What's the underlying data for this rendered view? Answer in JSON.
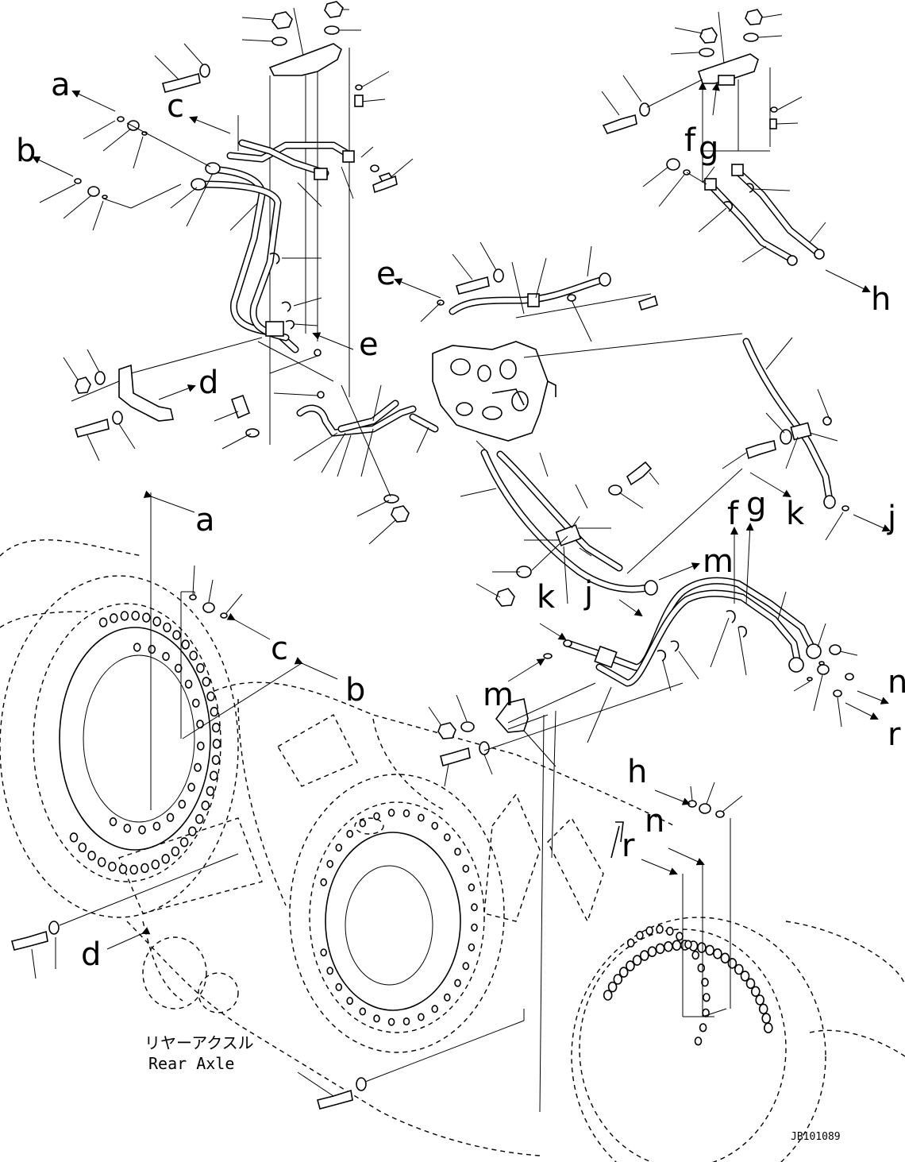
{
  "arrow_labels": {
    "a_top": "a",
    "a_axle": "a",
    "b_top": "b",
    "b_axle": "b",
    "c_top": "c",
    "c_axle": "c",
    "d_bracket": "d",
    "d_axle": "d",
    "e_pipe": "e",
    "e_clamp": "e",
    "f_upper": "f",
    "g_upper": "g",
    "f_lower": "f",
    "g_lower": "g",
    "h_upper": "h",
    "h_lower": "h",
    "j_hose": "j",
    "j_pipe": "j",
    "k_hose": "k",
    "k_pipe": "k",
    "m_hose": "m",
    "m_pipe": "m",
    "n_pipe": "n",
    "n_axle": "n",
    "r_pipe": "r",
    "r_axle": "r"
  },
  "caption": {
    "japanese": "リヤーアクスル",
    "english": "Rear Axle"
  },
  "drawing_code": "JB101089"
}
